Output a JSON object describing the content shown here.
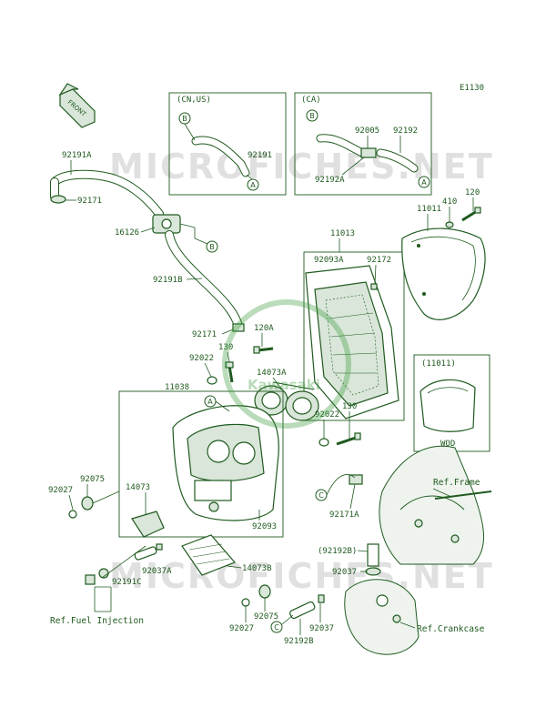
{
  "diagram_code": "E1130",
  "front_badge": "FRONT",
  "watermark": "MICROFICHES.NET",
  "logo_text": "Kawasaki",
  "regions": {
    "cn_us": {
      "title": "(CN,US)",
      "pipe": "92191",
      "conn_b": "B",
      "conn_a": "A"
    },
    "ca": {
      "title": "(CA)",
      "p1": "92005",
      "p2": "92192",
      "p3": "92192A",
      "conn_b": "B",
      "conn_a": "A"
    },
    "wod": {
      "title": "(11011)",
      "label": "WOD"
    }
  },
  "labels": {
    "l92191A": "92191A",
    "l92171a": "92171",
    "l16126": "16126",
    "l92191B": "92191B",
    "l92171b": "92171",
    "l120A": "120A",
    "l130a": "130",
    "l92022a": "92022",
    "l14073A": "14073A",
    "l11038": "11038",
    "l92022b": "92022",
    "l130b": "130",
    "l11013": "11013",
    "l92093A": "92093A",
    "l92172": "92172",
    "l11011": "11011",
    "l410": "410",
    "l120": "120",
    "l92075a": "92075",
    "l92027a": "92027",
    "l14073": "14073",
    "l92093": "92093",
    "l92037A": "92037A",
    "l14073B": "14073B",
    "l92191C": "92191C",
    "l92192B_p": "(92192B)",
    "l92037a": "92037",
    "l92171A": "92171A",
    "l92027b": "92027",
    "l92075b": "92075",
    "l92037b": "92037",
    "l92192B": "92192B"
  },
  "connectors": {
    "a": "A",
    "b": "B",
    "c1": "C",
    "c2": "C"
  },
  "refs": {
    "frame": "Ref.Frame",
    "fuel": "Ref.Fuel Injection",
    "crank": "Ref.Crankcase"
  }
}
